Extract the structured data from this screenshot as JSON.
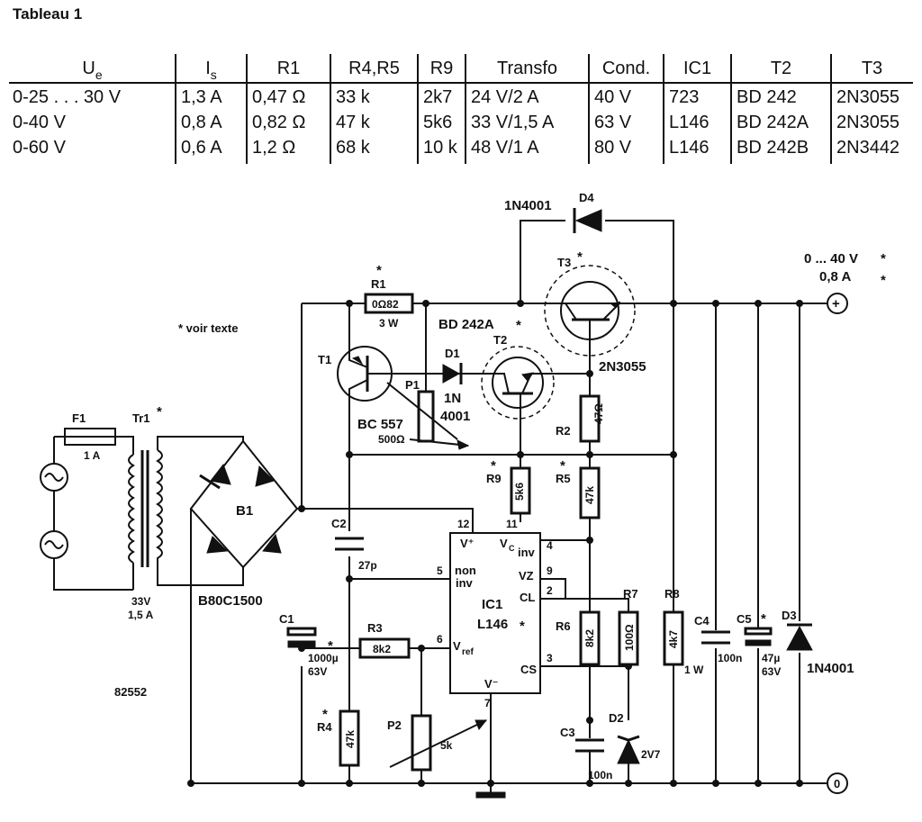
{
  "title": "Tableau 1",
  "table": {
    "headers": [
      "U",
      "I",
      "R1",
      "R4,R5",
      "R9",
      "Transfo",
      "Cond.",
      "IC1",
      "T2",
      "T3"
    ],
    "header_subs": [
      "e",
      "s",
      "",
      "",
      "",
      "",
      "",
      "",
      "",
      ""
    ],
    "rows": [
      [
        "0-25 . . . 30 V",
        "1,3 A",
        "0,47 Ω",
        "33 k",
        "2k7",
        "24 V/2 A",
        "40 V",
        "723",
        "BD 242",
        "2N3055"
      ],
      [
        "0-40 V",
        "0,8 A",
        "0,82 Ω",
        "47 k",
        "5k6",
        "33 V/1,5 A",
        "63 V",
        "L146",
        "BD 242A",
        "2N3055"
      ],
      [
        "0-60 V",
        "0,6 A",
        "1,2 Ω",
        "68 k",
        "10 k",
        "48 V/1 A",
        "80 V",
        "L146",
        "BD 242B",
        "2N3442"
      ]
    ]
  },
  "schematic": {
    "note": "* voir texte",
    "figure_id": "82552",
    "output": {
      "voltage": "0 ... 40 V",
      "current": "0,8 A",
      "star": "*",
      "plus": "+",
      "zero": "0"
    },
    "F1": {
      "name": "F1",
      "value": "1 A"
    },
    "Tr1": {
      "name": "Tr1",
      "star": "*",
      "value1": "33V",
      "value2": "1,5 A"
    },
    "B1": {
      "name": "B1",
      "type": "B80C1500"
    },
    "C1": {
      "name": "C1",
      "value1": "1000µ",
      "value2": "63V",
      "star": "*"
    },
    "C2": {
      "name": "C2",
      "value": "27p"
    },
    "C3": {
      "name": "C3",
      "value": "100n"
    },
    "C4": {
      "name": "C4",
      "value": "100n"
    },
    "C5": {
      "name": "C5",
      "value1": "47µ",
      "value2": "63V",
      "star": "*"
    },
    "R1": {
      "name": "R1",
      "value": "0Ω82",
      "power": "3 W",
      "star": "*"
    },
    "R2": {
      "name": "R2",
      "value": "47Ω"
    },
    "R3": {
      "name": "R3",
      "value": "8k2"
    },
    "R4": {
      "name": "R4",
      "value": "47k",
      "star": "*"
    },
    "R5": {
      "name": "R5",
      "value": "47k",
      "star": "*"
    },
    "R6": {
      "name": "R6",
      "value": "8k2"
    },
    "R7": {
      "name": "R7",
      "value": "100Ω"
    },
    "R8": {
      "name": "R8",
      "value": "4k7",
      "power": "1 W"
    },
    "R9": {
      "name": "R9",
      "value": "5k6",
      "star": "*"
    },
    "P1": {
      "name": "P1",
      "value": "500Ω"
    },
    "P2": {
      "name": "P2",
      "value": "5k"
    },
    "T1": {
      "name": "T1",
      "type": "BC 557"
    },
    "T2": {
      "name": "T2",
      "type": "BD 242A",
      "star": "*"
    },
    "T3": {
      "name": "T3",
      "type": "2N3055",
      "star": "*"
    },
    "D1": {
      "name": "D1",
      "type1": "1N",
      "type2": "4001"
    },
    "D2": {
      "name": "D2",
      "value": "2V7"
    },
    "D3": {
      "name": "D3",
      "type": "1N4001"
    },
    "D4": {
      "name": "D4",
      "type": "1N4001"
    },
    "IC1": {
      "name": "IC1",
      "type": "L146",
      "star": "*",
      "pins": {
        "p12": "12",
        "p11": "11",
        "p4": "4",
        "p9": "9",
        "p2": "2",
        "p5": "5",
        "p6": "6",
        "p3": "3",
        "p7": "7"
      },
      "labels": {
        "vplus": "V⁺",
        "vc": "V",
        "vc_sub": "C",
        "inv": "inv",
        "non": "non",
        "non_inv": "inv",
        "vz": "VZ",
        "cl": "CL",
        "vref": "V",
        "vref_sub": "ref",
        "cs": "CS",
        "vminus": "V⁻"
      }
    }
  }
}
